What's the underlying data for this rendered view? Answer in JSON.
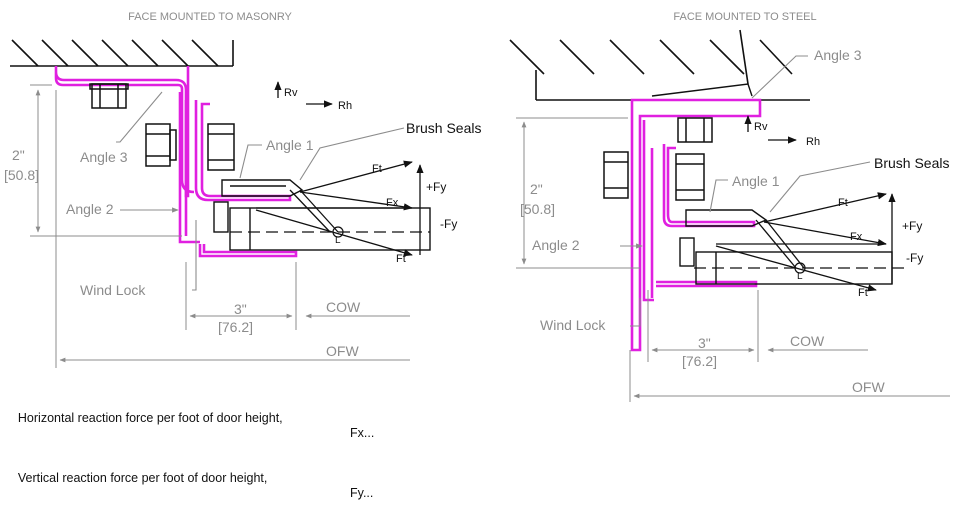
{
  "left": {
    "title": "FACE MOUNTED TO MASONRY",
    "labels": {
      "angle1": "Angle 1",
      "angle2": "Angle 2",
      "angle3": "Angle 3",
      "wind_lock": "Wind Lock",
      "brush_seals": "Brush Seals",
      "rv": "Rv",
      "rh": "Rh",
      "ft_top": "Ft",
      "ft_bottom": "Ft",
      "fx": "Fx",
      "plus_fy": "+Fy",
      "minus_fy": "-Fy",
      "cl": "L",
      "dim_height": "2\"",
      "dim_height_mm": "[50.8]",
      "dim_width": "3\"",
      "dim_width_mm": "[76.2]",
      "cow": "COW",
      "ofw": "OFW"
    }
  },
  "right": {
    "title": "FACE MOUNTED TO STEEL",
    "labels": {
      "angle1": "Angle 1",
      "angle2": "Angle 2",
      "angle3": "Angle 3",
      "wind_lock": "Wind Lock",
      "brush_seals": "Brush Seals",
      "rv": "Rv",
      "rh": "Rh",
      "ft_top": "Ft",
      "ft_bottom": "Ft",
      "fx": "Fx",
      "plus_fy": "+Fy",
      "minus_fy": "-Fy",
      "cl": "L",
      "dim_height": "2\"",
      "dim_height_mm": "[50.8]",
      "dim_width": "3\"",
      "dim_width_mm": "[76.2]",
      "cow": "COW",
      "ofw": "OFW"
    }
  },
  "notes": [
    {
      "label": "Horizontal reaction force per foot of door height,",
      "value": "Fx..."
    },
    {
      "label": "Vertical reaction force per foot of door height,",
      "value": "Fy..."
    }
  ],
  "colors": {
    "angle": "#e020e0",
    "line": "#111111",
    "dim": "#8c8c8c"
  }
}
